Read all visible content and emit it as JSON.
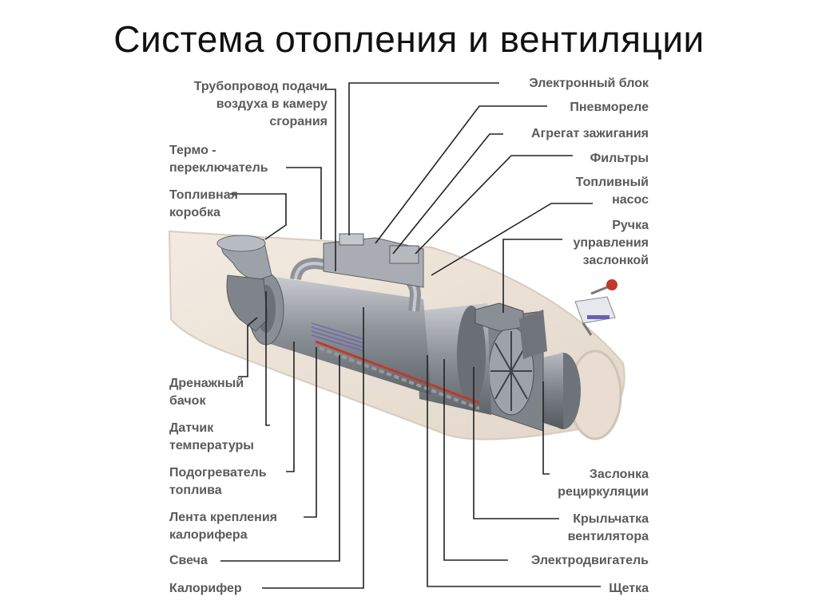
{
  "title": "Система отопления и вентиляции",
  "labels": {
    "air_pipe": [
      "Трубопровод подачи",
      "воздуха в камеру",
      "сгорания"
    ],
    "thermo_switch": [
      "Термо -",
      "переключатель"
    ],
    "fuel_box": [
      "Топливная",
      "коробка"
    ],
    "drain_tank": [
      "Дренажный",
      "бачок"
    ],
    "temp_sensor": [
      "Датчик",
      "температуры"
    ],
    "fuel_heater": [
      "Подогреватель",
      "топлива"
    ],
    "strap": [
      "Лента крепления",
      "калорифера"
    ],
    "plug": [
      "Свеча"
    ],
    "calorifer": [
      "Калорифер"
    ],
    "electronic_unit": [
      "Электронный блок"
    ],
    "pneumo_relay": [
      "Пневмореле"
    ],
    "ignition_unit": [
      "Агрегат зажигания"
    ],
    "filters": [
      "Фильтры"
    ],
    "fuel_pump": [
      "Топливный",
      "насос"
    ],
    "damper_handle": [
      "Ручка",
      "управления",
      "заслонкой"
    ],
    "recirc_damper": [
      "Заслонка",
      "рециркуляции"
    ],
    "fan_impeller": [
      "Крыльчатка",
      "вентилятора"
    ],
    "motor": [
      "Электродвигатель"
    ],
    "brush": [
      "Щетка"
    ]
  },
  "colors": {
    "leader_line": "#222222",
    "housing": "#efe6dc",
    "metal": "#9aa0a8",
    "accent_red": "#c0392b"
  }
}
